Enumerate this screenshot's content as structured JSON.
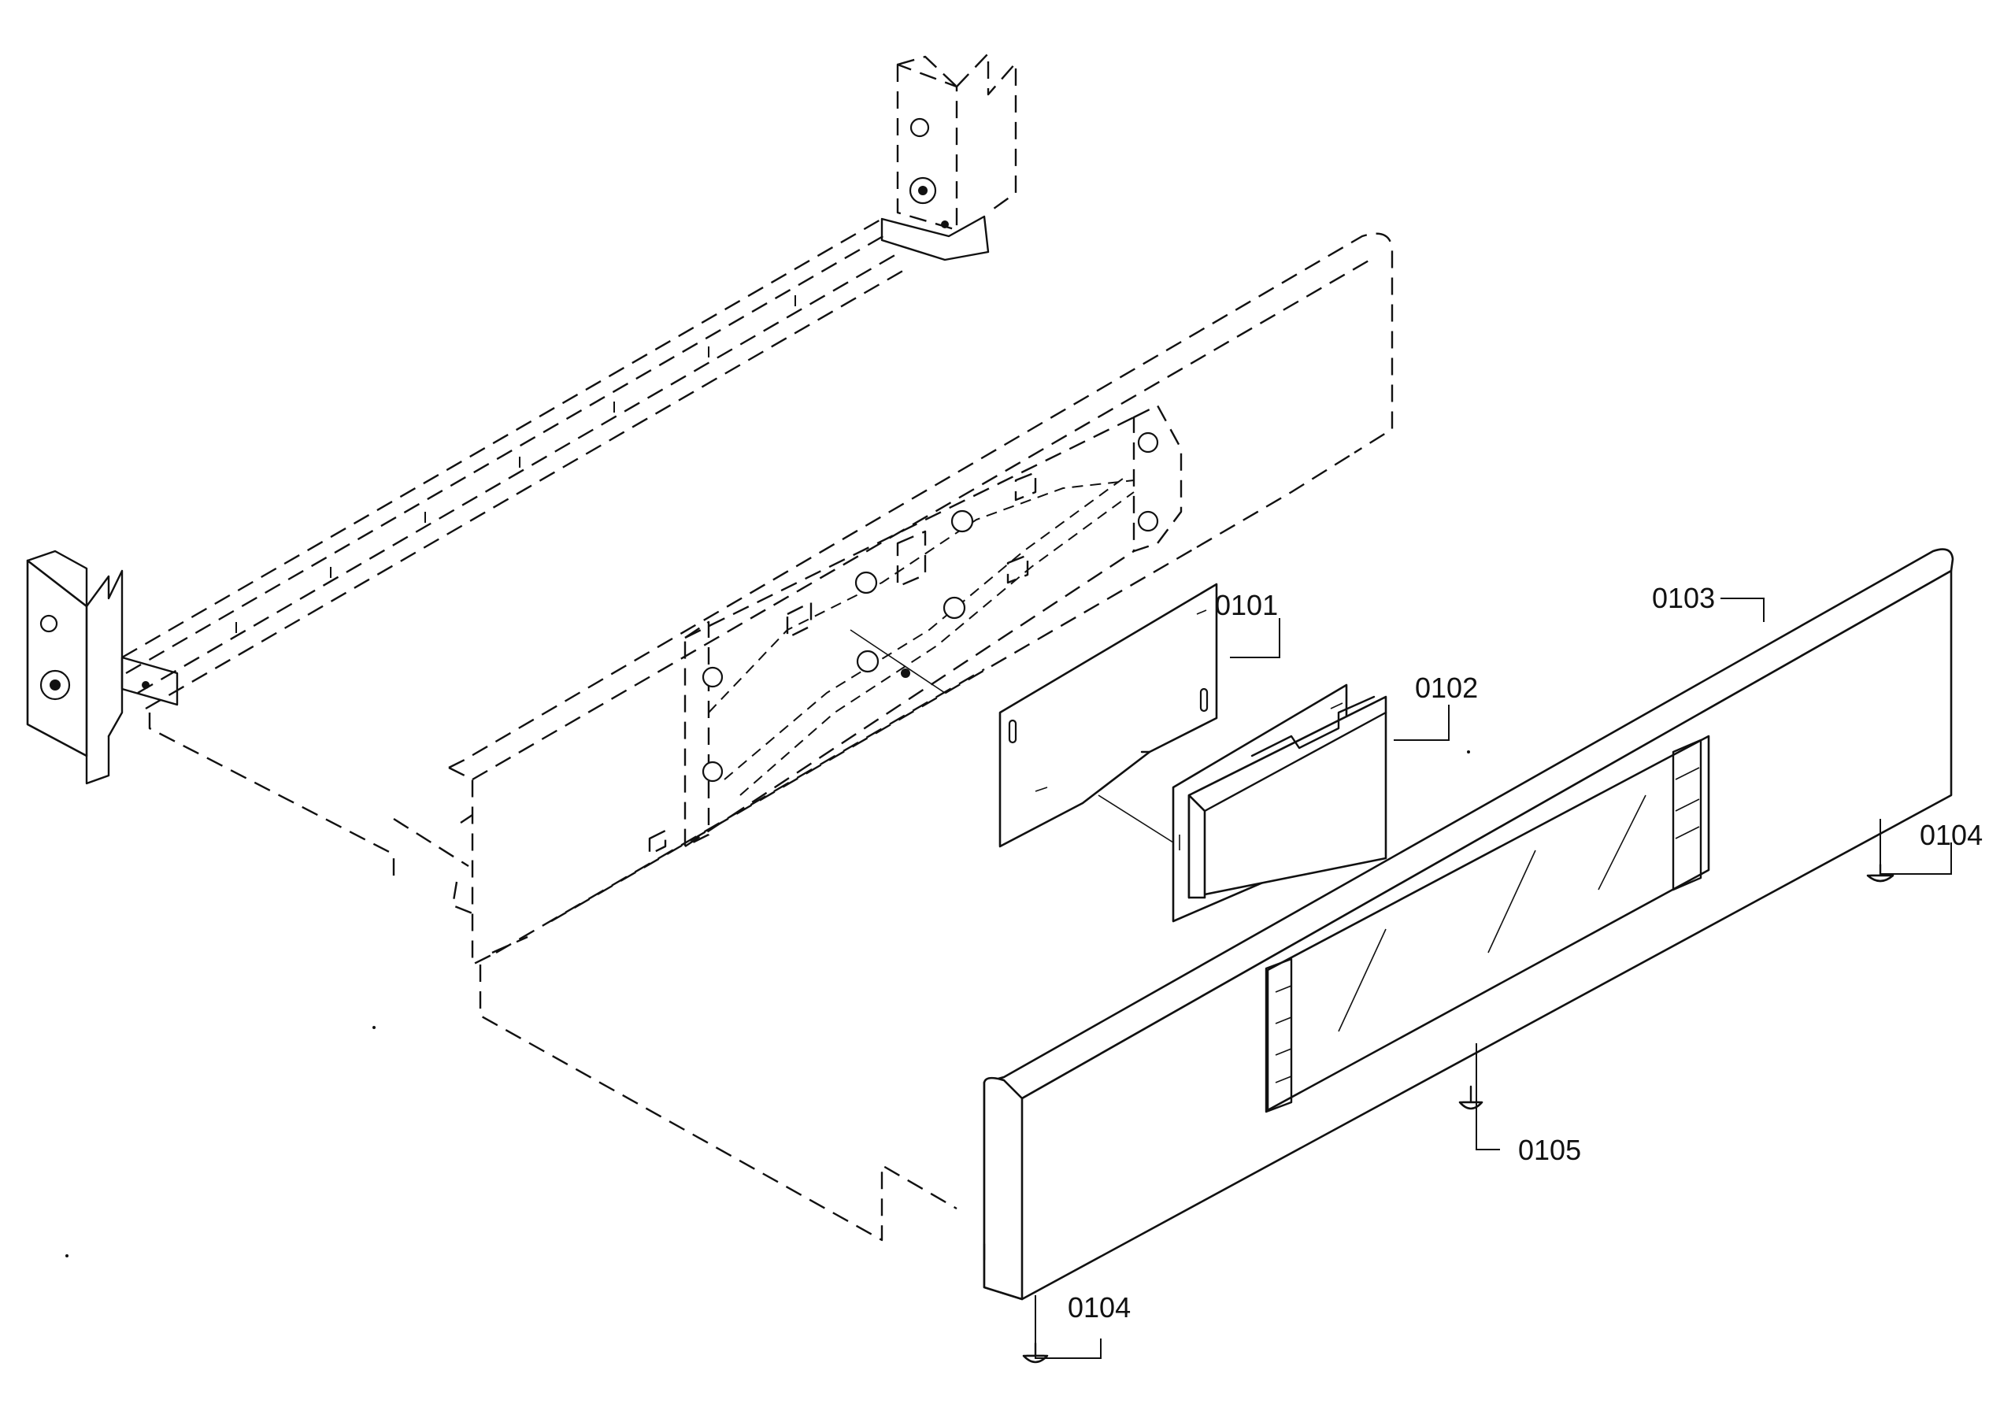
{
  "callouts": {
    "c0101": "0101",
    "c0102": "0102",
    "c0103": "0103",
    "c0104_right": "0104",
    "c0104_bottom": "0104",
    "c0105": "0105"
  },
  "colors": {
    "ink": "#111111",
    "paper": "#ffffff"
  }
}
